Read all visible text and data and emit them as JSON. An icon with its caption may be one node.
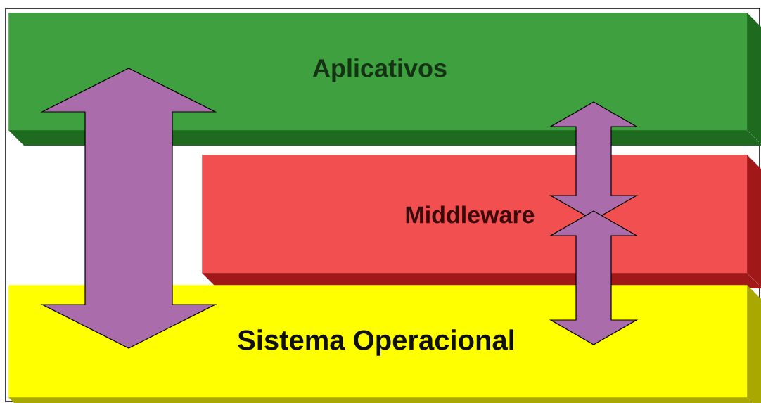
{
  "diagram": {
    "nodes": [
      {
        "text": [
          "Aplicativos"
        ]
      },
      {
        "text": [
          "Middleware"
        ]
      },
      {
        "text": [
          "Sistema Operacional"
        ]
      }
    ],
    "edges": [
      {
        "from": 0,
        "to": 2,
        "arrow": "both"
      },
      {
        "from": 0,
        "to": 1,
        "arrow": "both"
      },
      {
        "from": 1,
        "to": 2,
        "arrow": "both"
      }
    ]
  }
}
